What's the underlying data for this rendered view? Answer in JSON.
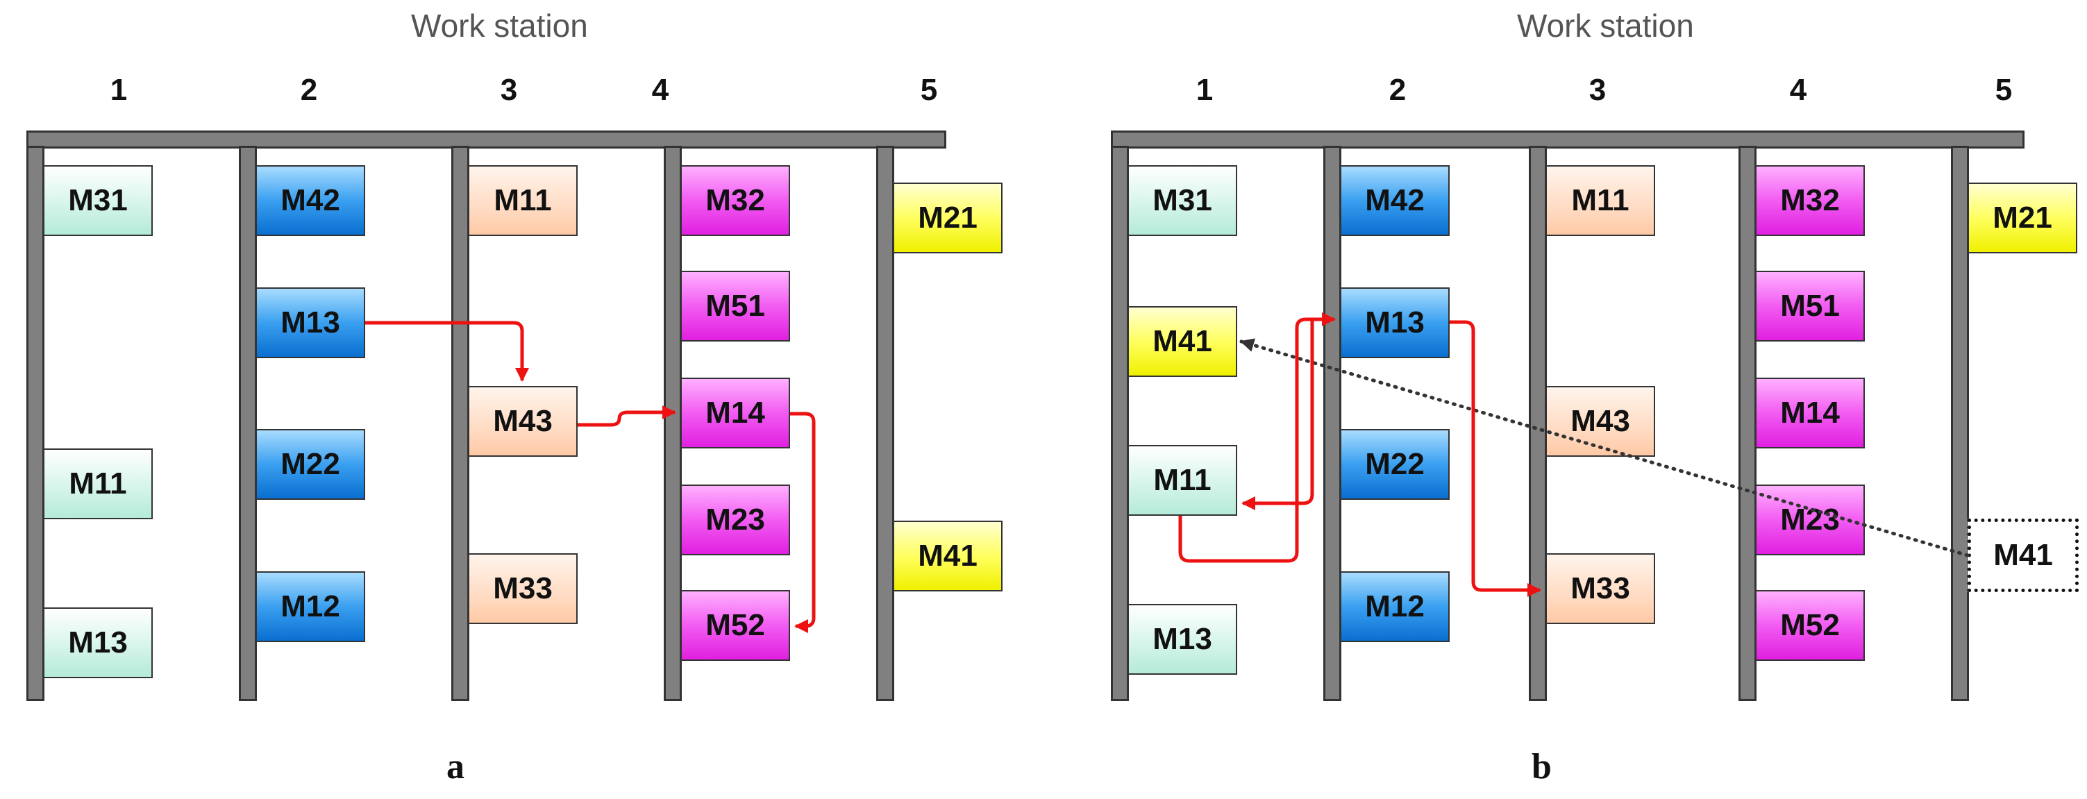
{
  "panels": [
    {
      "id": "a",
      "label": "a",
      "title": "Work station",
      "stations": [
        "1",
        "2",
        "3",
        "4",
        "5"
      ],
      "columns": [
        {
          "color": "#b4ebd8",
          "machines": [
            "M31",
            "M11",
            "M13"
          ]
        },
        {
          "color": "#1a7fe0",
          "machines": [
            "M42",
            "M13",
            "M22",
            "M12"
          ]
        },
        {
          "color": "#ffd2b4",
          "machines": [
            "M11",
            "M43",
            "M33"
          ]
        },
        {
          "color": "#e84ae8",
          "machines": [
            "M32",
            "M51",
            "M14",
            "M23",
            "M52"
          ]
        },
        {
          "color": "#f5f520",
          "machines": [
            "M21",
            "M41"
          ]
        }
      ],
      "route_path": [
        "M13",
        "M43",
        "M14",
        "M52"
      ]
    },
    {
      "id": "b",
      "label": "b",
      "title": "Work station",
      "stations": [
        "1",
        "2",
        "3",
        "4",
        "5"
      ],
      "columns": [
        {
          "color": "#b4ebd8",
          "machines": [
            "M31",
            "M41",
            "M11",
            "M13"
          ]
        },
        {
          "color": "#1a7fe0",
          "machines": [
            "M42",
            "M13",
            "M22",
            "M12"
          ]
        },
        {
          "color": "#ffd2b4",
          "machines": [
            "M11",
            "M43",
            "M33"
          ]
        },
        {
          "color": "#e84ae8",
          "machines": [
            "M32",
            "M51",
            "M14",
            "M23",
            "M52"
          ]
        },
        {
          "color": "#f5f520",
          "machines": [
            "M21"
          ]
        }
      ],
      "moved_machine": "M41",
      "route_path": [
        "M11",
        "M13",
        "M33"
      ]
    }
  ],
  "colors": {
    "route_arrow": "#ee1111",
    "relocation_arrow": "#333333",
    "post": "#808080"
  }
}
